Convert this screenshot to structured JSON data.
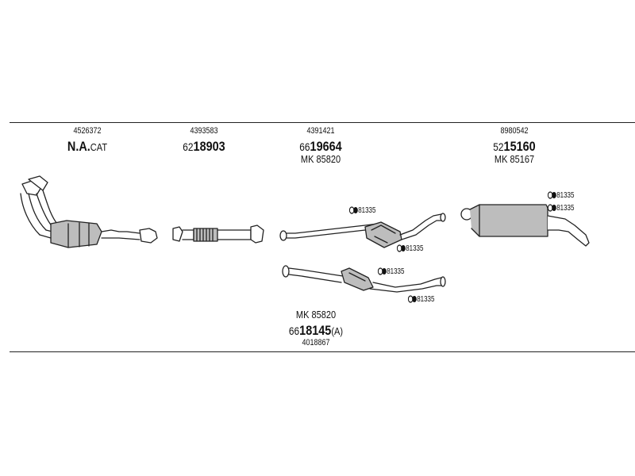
{
  "groups": {
    "catalyst": {
      "ref": "4526372",
      "prefix": "",
      "part": "N.A.",
      "suffix": "CAT"
    },
    "front_pipe": {
      "ref": "4393583",
      "prefix": "62",
      "part": "18903",
      "suffix": ""
    },
    "middle_upper": {
      "ref": "4391421",
      "prefix": "66",
      "part": "19664",
      "suffix": "",
      "mk": "MK 85820"
    },
    "rear": {
      "ref": "8980542",
      "prefix": "52",
      "part": "15160",
      "suffix": "",
      "mk": "MK 85167"
    },
    "middle_lower": {
      "ref": "4018867",
      "prefix": "66",
      "part": "18145",
      "suffix": "(A)",
      "mk": "MK 85820"
    }
  },
  "clamps": {
    "c1": "81335",
    "c2": "81335",
    "c3": "81335",
    "c4": "81335",
    "c5": "81335",
    "c6": "81335"
  }
}
